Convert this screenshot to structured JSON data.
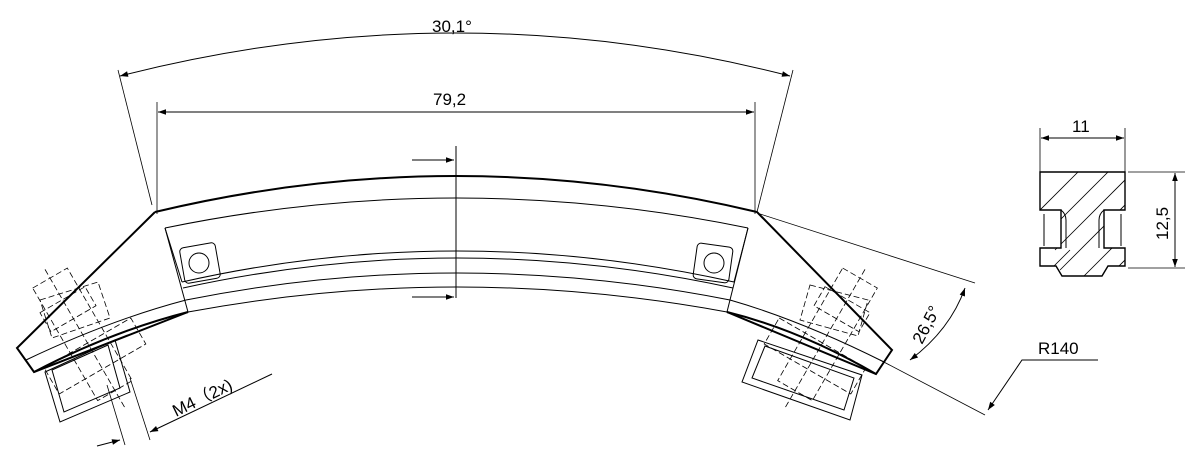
{
  "dimensions": {
    "angle_total": "30,1°",
    "chord_length": "79,2",
    "angle_end": "26,5°",
    "radius": "R140",
    "thread": "M4（2x)",
    "profile_width": "11",
    "profile_height": "12,5"
  },
  "colors": {
    "line": "#000000",
    "background": "#ffffff"
  }
}
